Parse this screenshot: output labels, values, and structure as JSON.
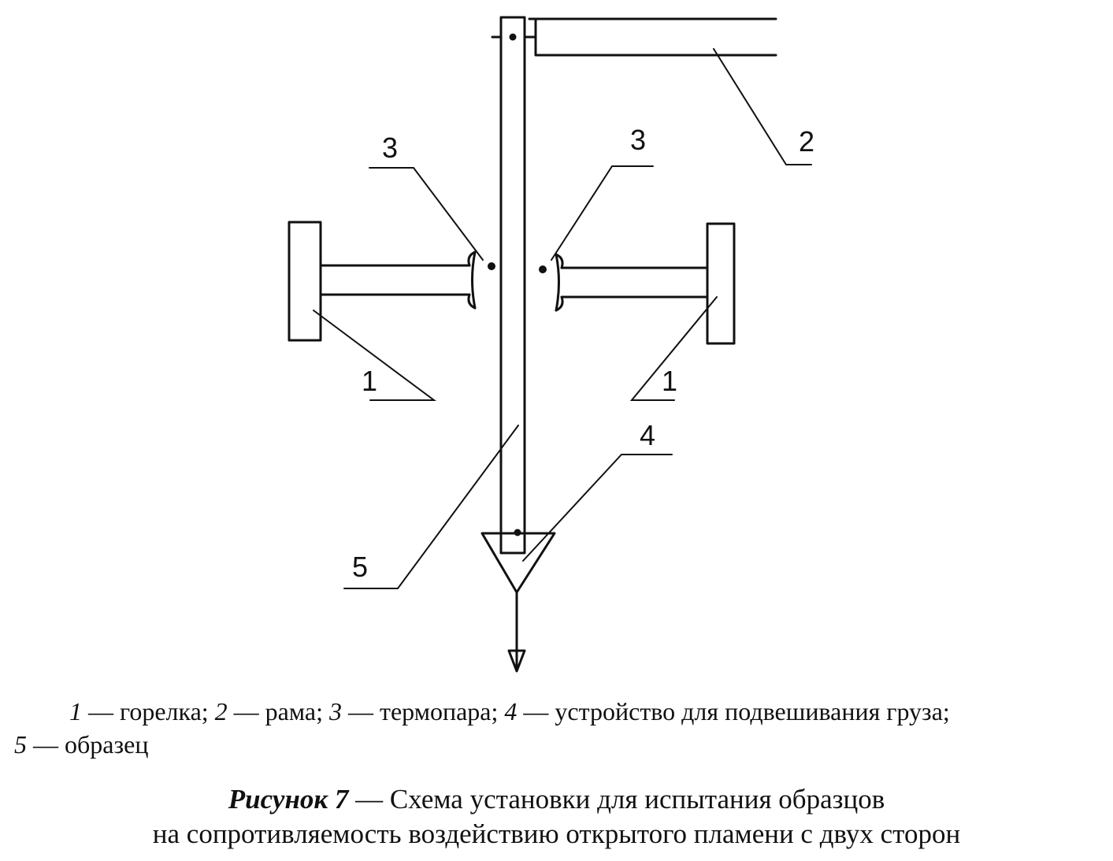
{
  "diagram": {
    "callouts": {
      "c1_left": "1",
      "c1_right": "1",
      "c2": "2",
      "c3_left": "3",
      "c3_right": "3",
      "c4": "4",
      "c5": "5"
    }
  },
  "legend": {
    "items": [
      {
        "key": "1",
        "text": " — горелка; "
      },
      {
        "key": "2",
        "text": " — рама; "
      },
      {
        "key": "3",
        "text": " — термопара; "
      },
      {
        "key": "4",
        "text": " — устройство для подвешивания груза;"
      },
      {
        "key": "5",
        "text": " — образец"
      }
    ]
  },
  "caption": {
    "figure_label": "Рисунок 7",
    "line1_rest": " — Схема установки для испытания образцов",
    "line2": "на сопротивляемость воздействию открытого пламени с двух сторон"
  }
}
